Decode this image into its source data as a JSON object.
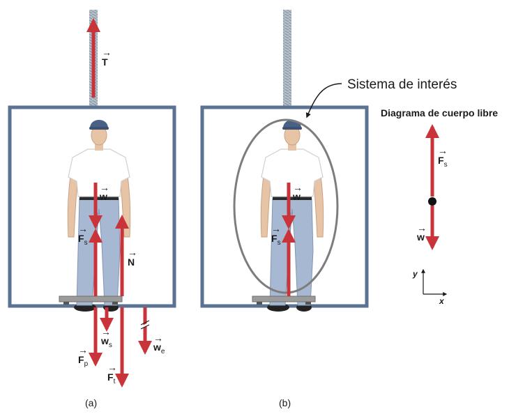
{
  "colors": {
    "elevator_frame": "#5b7393",
    "force_arrow": "#c8343a",
    "cable": "#9aa9b8",
    "system_oval": "#7d7d7d",
    "text": "#1a1a1a"
  },
  "panel_a": {
    "caption": "(a)",
    "labels": {
      "tension": {
        "symbol": "T",
        "sub": ""
      },
      "weight": {
        "symbol": "w",
        "sub": ""
      },
      "scale_force": {
        "symbol": "F",
        "sub": "s"
      },
      "normal": {
        "symbol": "N",
        "sub": ""
      },
      "weight_s": {
        "symbol": "w",
        "sub": "s"
      },
      "weight_e": {
        "symbol": "w",
        "sub": "e"
      },
      "force_p": {
        "symbol": "F",
        "sub": "p"
      },
      "force_t": {
        "symbol": "F",
        "sub": "t"
      }
    }
  },
  "panel_b": {
    "caption": "(b)",
    "system_label": "Sistema de interés",
    "labels": {
      "weight": {
        "symbol": "w",
        "sub": ""
      },
      "scale_force": {
        "symbol": "F",
        "sub": "s"
      }
    }
  },
  "free_body": {
    "title": "Diagrama de cuerpo libre",
    "up": {
      "symbol": "F",
      "sub": "s"
    },
    "down": {
      "symbol": "w",
      "sub": ""
    },
    "axis_y": "y",
    "axis_x": "x"
  }
}
